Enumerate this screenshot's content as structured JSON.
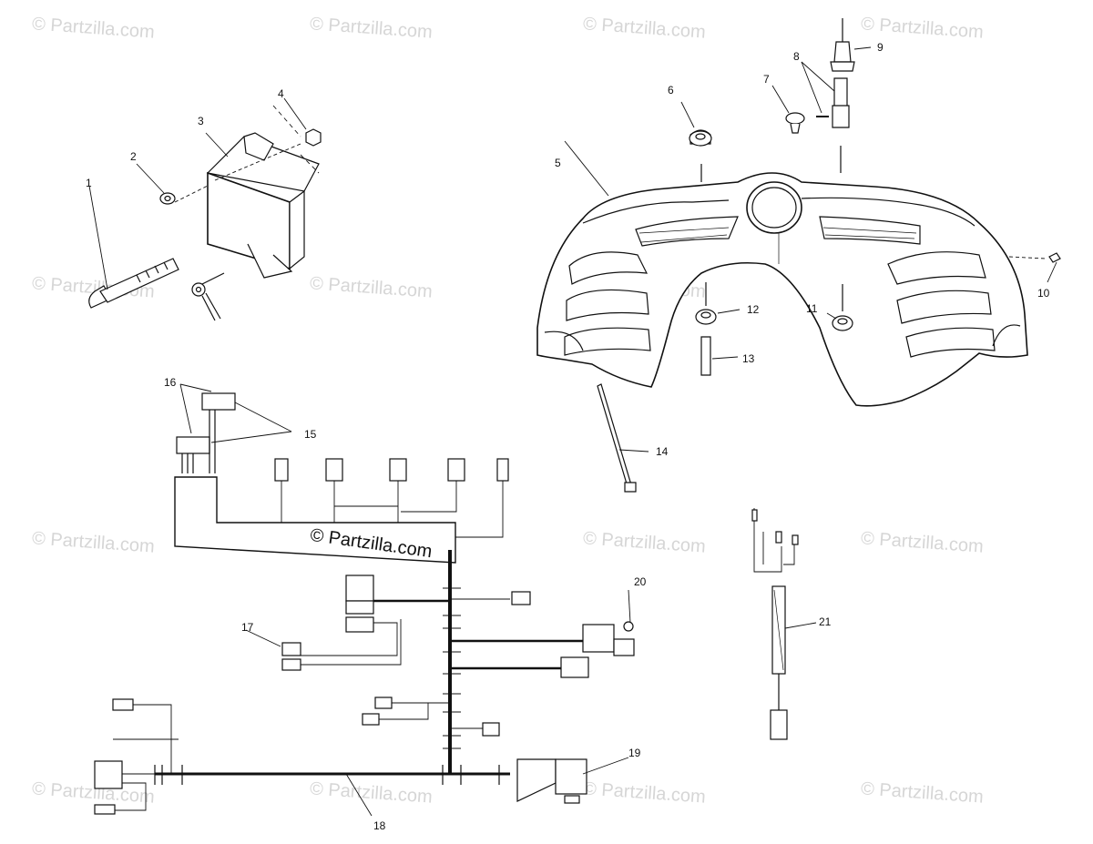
{
  "watermark": "© Partzilla.com",
  "center_watermark": "© Partzilla.com",
  "callouts": [
    "1",
    "2",
    "3",
    "4",
    "5",
    "6",
    "7",
    "8",
    "9",
    "10",
    "11",
    "12",
    "13",
    "14",
    "15",
    "16",
    "17",
    "18",
    "19",
    "20",
    "21"
  ]
}
